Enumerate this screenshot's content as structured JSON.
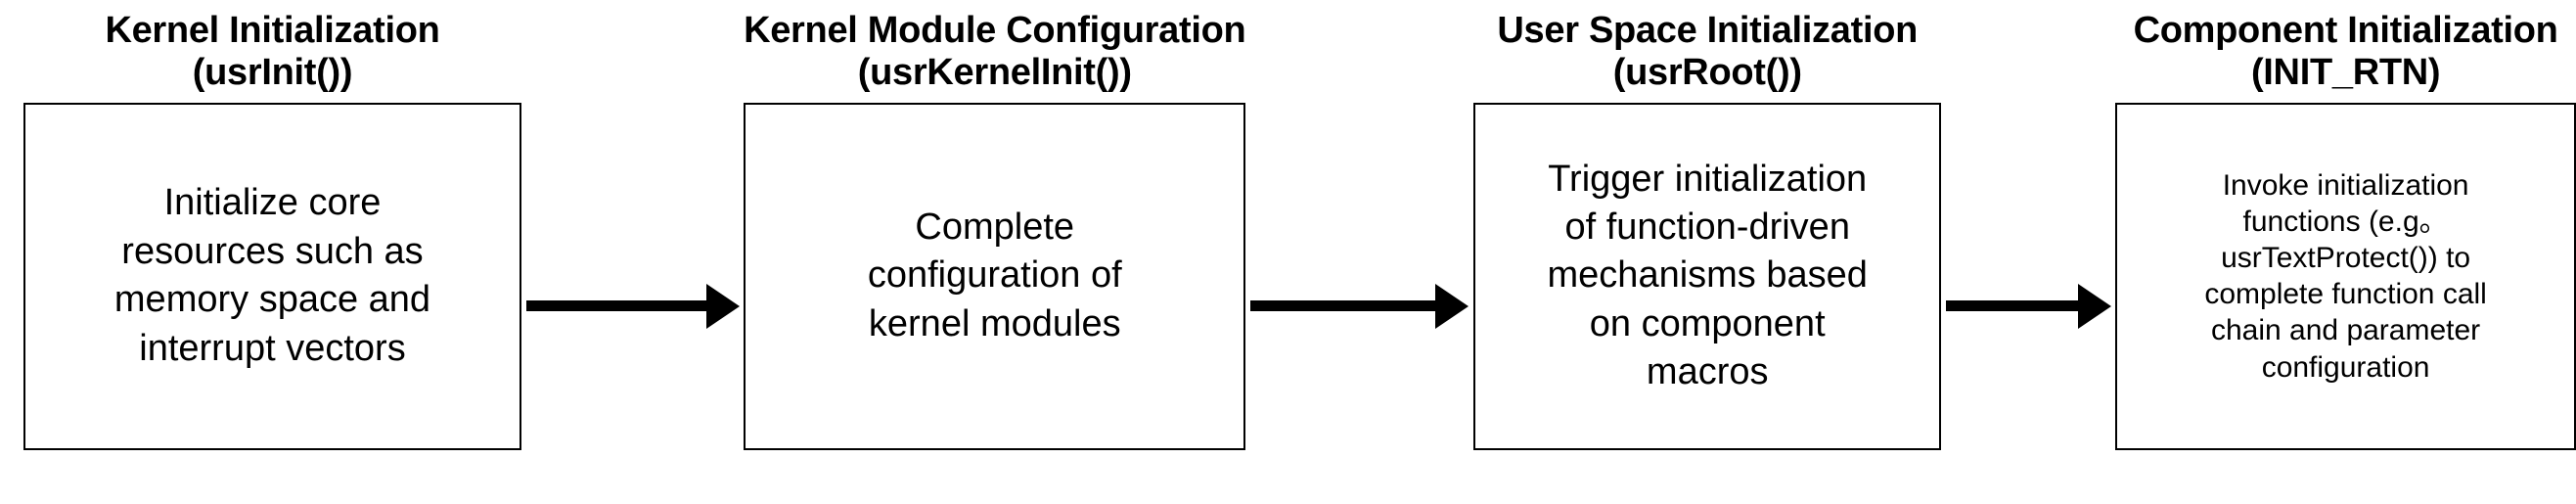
{
  "diagram": {
    "type": "flowchart",
    "orientation": "left-to-right",
    "stroke_color": "#000000",
    "background_color": "#ffffff",
    "stages": [
      {
        "header_title": "Kernel Initialization",
        "header_subtitle": "(usrInit())",
        "body_lines": [
          "Initialize core",
          "resources such as",
          "memory space and",
          "interrupt vectors"
        ]
      },
      {
        "header_title": "Kernel Module Configuration",
        "header_subtitle": "(usrKernelInit())",
        "body_lines": [
          "Complete",
          "configuration of",
          "kernel modules"
        ]
      },
      {
        "header_title": "User Space Initialization",
        "header_subtitle": "(usrRoot())",
        "body_lines": [
          "Trigger initialization",
          "of function-driven",
          "mechanisms based",
          "on component",
          "macros"
        ]
      },
      {
        "header_title": "Component Initialization",
        "header_subtitle": "(INIT_RTN)",
        "body_lines": [
          "Invoke initialization",
          "functions (e.g。",
          "usrTextProtect()) to",
          "complete function call",
          "chain and parameter",
          "configuration"
        ]
      }
    ],
    "connectors": [
      {
        "name": "arrow-stage1-to-stage2",
        "glyph": "right-arrow"
      },
      {
        "name": "arrow-stage2-to-stage3",
        "glyph": "right-arrow"
      },
      {
        "name": "arrow-stage3-to-stage4",
        "glyph": "right-arrow"
      }
    ]
  }
}
